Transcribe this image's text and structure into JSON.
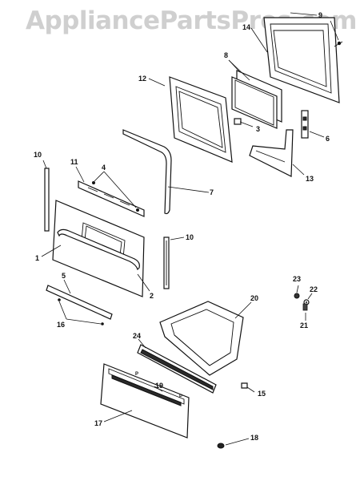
{
  "watermark": {
    "text": "AppliancePartsPros.com"
  },
  "callouts": {
    "c1": "1",
    "c2": "2",
    "c3": "3",
    "c4": "4",
    "c5": "5",
    "c6": "6",
    "c7": "7",
    "c8": "8",
    "c9": "9",
    "c10a": "10",
    "c10b": "10",
    "c11": "11",
    "c12": "12",
    "c13": "13",
    "c14": "14",
    "c15": "15",
    "c16": "16",
    "c17": "17",
    "c18": "18",
    "c19": "19",
    "c20": "20",
    "c21": "21",
    "c22": "22",
    "c23": "23",
    "c24": "24"
  },
  "marks": {
    "p1": "P",
    "p2": "P"
  }
}
